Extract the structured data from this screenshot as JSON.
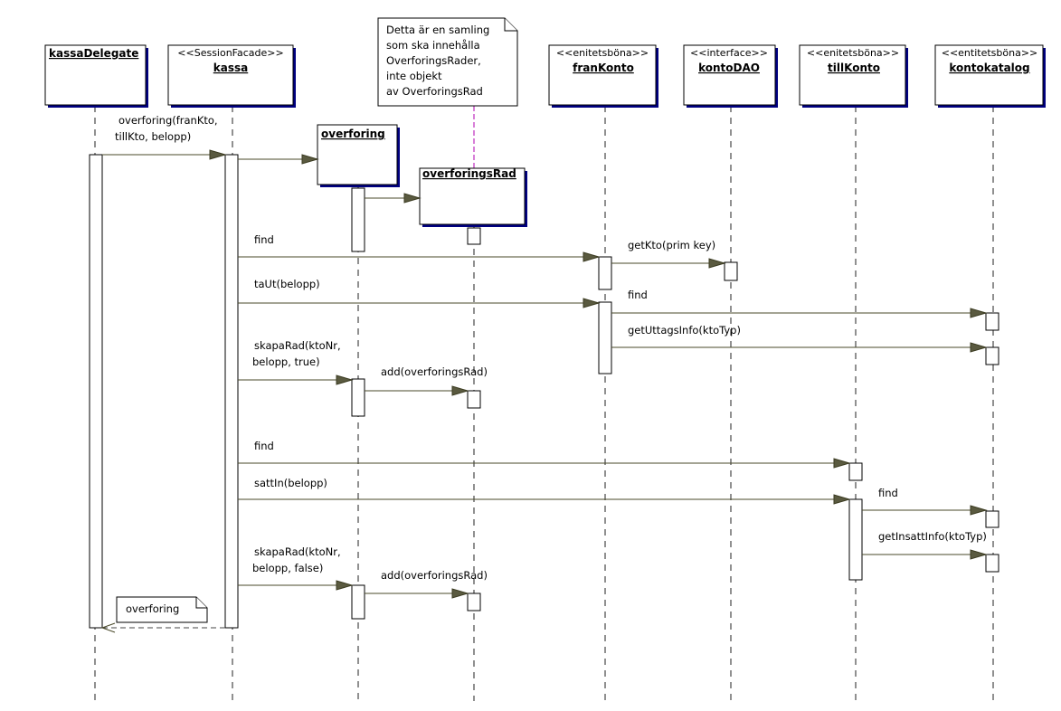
{
  "participants": [
    {
      "id": "kassaDelegate",
      "stereotype": "",
      "name": "kassaDelegate"
    },
    {
      "id": "kassa",
      "stereotype": "<<SessionFacade>>",
      "name": "kassa"
    },
    {
      "id": "franKonto",
      "stereotype": "<<enitetsböna>>",
      "name": "franKonto"
    },
    {
      "id": "kontoDAO",
      "stereotype": "<<interface>>",
      "name": "kontoDAO"
    },
    {
      "id": "tillKonto",
      "stereotype": "<<enitetsböna>>",
      "name": "tillKonto"
    },
    {
      "id": "kontokatalog",
      "stereotype": "<<entitetsböna>>",
      "name": "kontokatalog"
    }
  ],
  "created": [
    {
      "id": "overforing",
      "name": "overforing"
    },
    {
      "id": "overforingsRad",
      "name": "overforingsRad"
    }
  ],
  "notes": {
    "top": [
      "Detta är en samling",
      "som ska innehålla",
      "OverforingsRader,",
      "inte objekt",
      "av OverforingsRad"
    ],
    "bottom": "overforing"
  },
  "messages": [
    {
      "id": "m-overforing",
      "lines": [
        "overforing(franKto,",
        "tillKto, belopp)"
      ]
    },
    {
      "id": "m-find-1",
      "lines": [
        "find"
      ]
    },
    {
      "id": "m-getKto",
      "lines": [
        "getKto(prim key)"
      ]
    },
    {
      "id": "m-taUt",
      "lines": [
        "taUt(belopp)"
      ]
    },
    {
      "id": "m-find-2",
      "lines": [
        "find"
      ]
    },
    {
      "id": "m-getUttagsInfo",
      "lines": [
        "getUttagsInfo(ktoTyp)"
      ]
    },
    {
      "id": "m-skapaRad-1",
      "lines": [
        "skapaRad(ktoNr,",
        "belopp, true)"
      ]
    },
    {
      "id": "m-add-1",
      "lines": [
        "add(overforingsRad)"
      ]
    },
    {
      "id": "m-find-3",
      "lines": [
        "find"
      ]
    },
    {
      "id": "m-sattIn",
      "lines": [
        "sattIn(belopp)"
      ]
    },
    {
      "id": "m-find-4",
      "lines": [
        "find"
      ]
    },
    {
      "id": "m-getInsattInfo",
      "lines": [
        "getInsattInfo(ktoTyp)"
      ]
    },
    {
      "id": "m-skapaRad-2",
      "lines": [
        "skapaRad(ktoNr,",
        "belopp, false)"
      ]
    },
    {
      "id": "m-add-2",
      "lines": [
        "add(overforingsRad)"
      ]
    }
  ]
}
